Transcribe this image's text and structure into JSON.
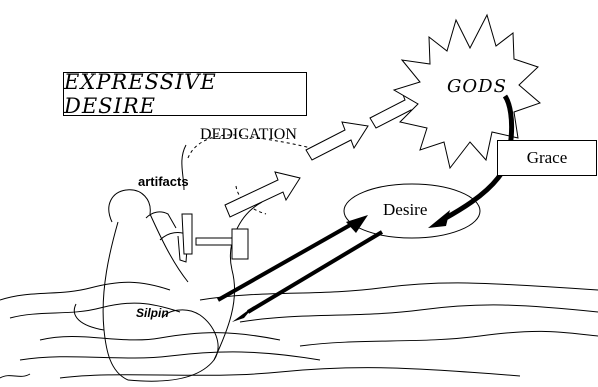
{
  "diagram": {
    "title": "EXPRESSIVE DESIRE",
    "labels": {
      "dedication": "DEDICATION",
      "artifacts": "artifacts",
      "silpin": "Silpin",
      "gods": "GODS",
      "desire": "Desire",
      "grace": "Grace"
    }
  }
}
